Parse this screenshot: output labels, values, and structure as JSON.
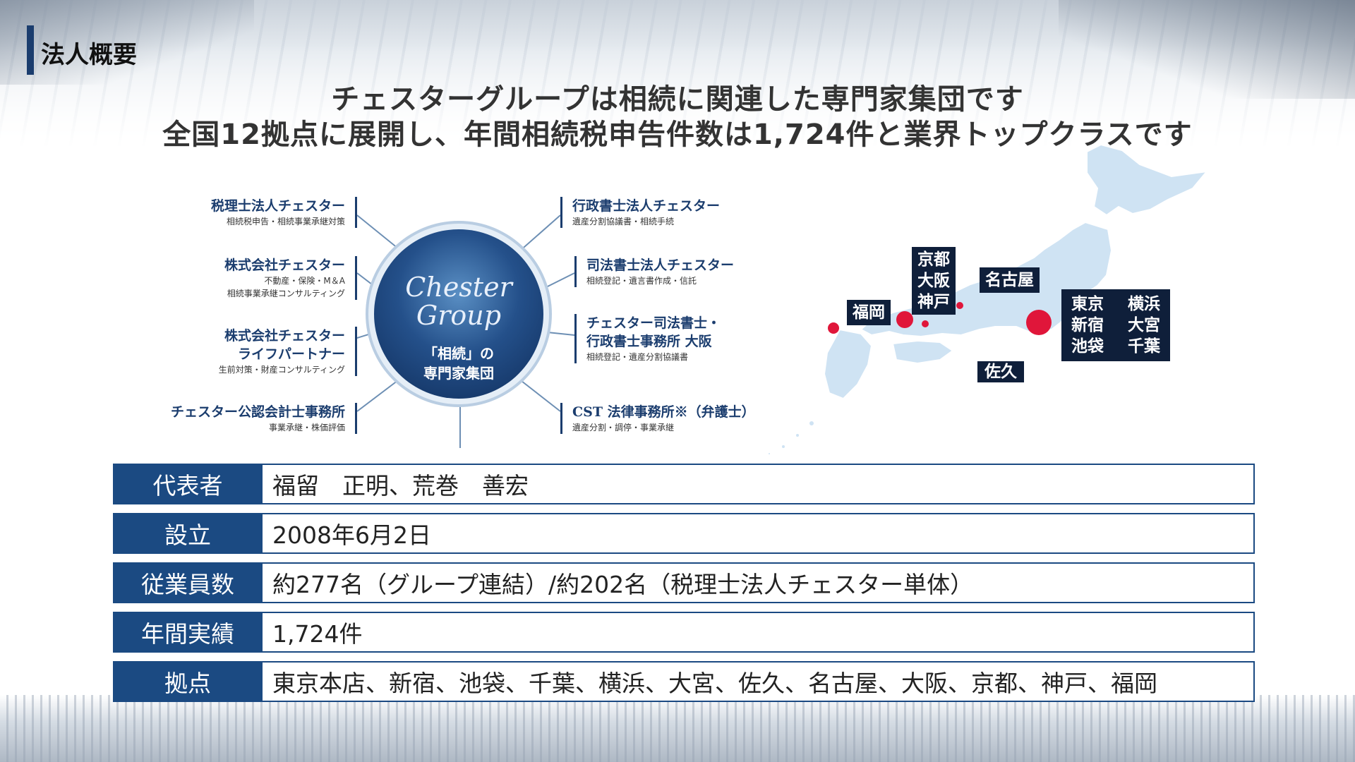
{
  "page": {
    "title": "法人概要",
    "headline_line1": "チェスターグループは相続に関連した専門家集団です",
    "headline_line2": "全国12拠点に展開し、年間相続税申告件数は1,724件と業界トップクラスです"
  },
  "diagram": {
    "hub": {
      "logo": "Chester Group",
      "sub1": "「相続」の",
      "sub2": "専門家集団"
    },
    "left_entities": [
      {
        "name": "税理士法人チェスター",
        "desc": [
          "相続税申告・相続事業承継対策"
        ]
      },
      {
        "name": "株式会社チェスター",
        "desc": [
          "不動産・保険・M＆A",
          "相続事業承継コンサルティング"
        ]
      },
      {
        "name": "株式会社チェスター",
        "name2": "ライフパートナー",
        "desc": [
          "生前対策・財産コンサルティング"
        ]
      },
      {
        "name": "チェスター公認会計士事務所",
        "desc": [
          "事業承継・株価評価"
        ]
      }
    ],
    "right_entities": [
      {
        "name": "行政書士法人チェスター",
        "desc": [
          "遺産分割協議書・相続手続"
        ]
      },
      {
        "name": "司法書士法人チェスター",
        "desc": [
          "相続登記・遺言書作成・信託"
        ]
      },
      {
        "name": "チェスター司法書士・",
        "name2": "行政書士事務所 大阪",
        "desc": [
          "相続登記・遺産分割協議書"
        ]
      },
      {
        "name": "CST 法律事務所※（弁護士）",
        "desc": [
          "遺産分割・調停・事業承継"
        ]
      }
    ]
  },
  "map": {
    "labels": {
      "fukuoka": "福岡",
      "kyoto": "京都",
      "osaka": "大阪",
      "kobe": "神戸",
      "nagoya": "名古屋",
      "saku": "佐久",
      "tokyo": "東京",
      "yokohama": "横浜",
      "shinjuku": "新宿",
      "omiya": "大宮",
      "ikebukuro": "池袋",
      "chiba": "千葉"
    },
    "colors": {
      "land": "#cfe3f3",
      "marker": "#e0163a",
      "label_bg": "#0f1f3a"
    }
  },
  "info": {
    "rows": [
      {
        "label": "代表者",
        "value": "福留　正明、荒巻　善宏"
      },
      {
        "label": "設立",
        "value": "2008年6月2日"
      },
      {
        "label": "従業員数",
        "value": "約277名（グループ連結）/約202名（税理士法人チェスター単体）"
      },
      {
        "label": "年間実績",
        "value": "1,724件"
      },
      {
        "label": "拠点",
        "value": "東京本店、新宿、池袋、千葉、横浜、大宮、佐久、名古屋、大阪、京都、神戸、福岡"
      }
    ]
  },
  "colors": {
    "accent": "#1b4a82",
    "title_bar": "#1b3d6e"
  }
}
